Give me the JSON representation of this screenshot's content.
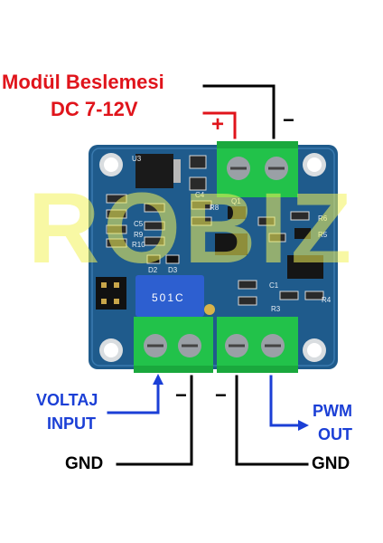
{
  "labels": {
    "power_supply": "Modül Beslemesi",
    "power_voltage": "DC 7-12V",
    "plus_sign": "+",
    "minus_sign_top": "−",
    "voltage_input_line1": "VOLTAJ",
    "voltage_input_line2": "INPUT",
    "pwm_line1": "PWM",
    "pwm_line2": "OUT",
    "minus_input": "−",
    "minus_output": "−",
    "gnd_left": "GND",
    "gnd_right": "GND"
  },
  "silkscreen": {
    "u3": "U3",
    "c4": "C4",
    "c5": "C5",
    "r8": "R8",
    "r9": "R9",
    "r10": "R10",
    "d2": "D2",
    "d3": "D3",
    "q1": "Q1",
    "r6": "R6",
    "r5": "R5",
    "r4": "R4",
    "c1": "C1",
    "r3": "R3",
    "trimmer": "501C"
  },
  "watermark": "ROBIZ",
  "colors": {
    "red_label": "#e0141b",
    "blue_label": "#1b3fd6",
    "black_label": "#000000",
    "pcb_blue": "#1f5b8c",
    "terminal_green": "#22c24a",
    "watermark_yellow": "#f2f25a"
  }
}
